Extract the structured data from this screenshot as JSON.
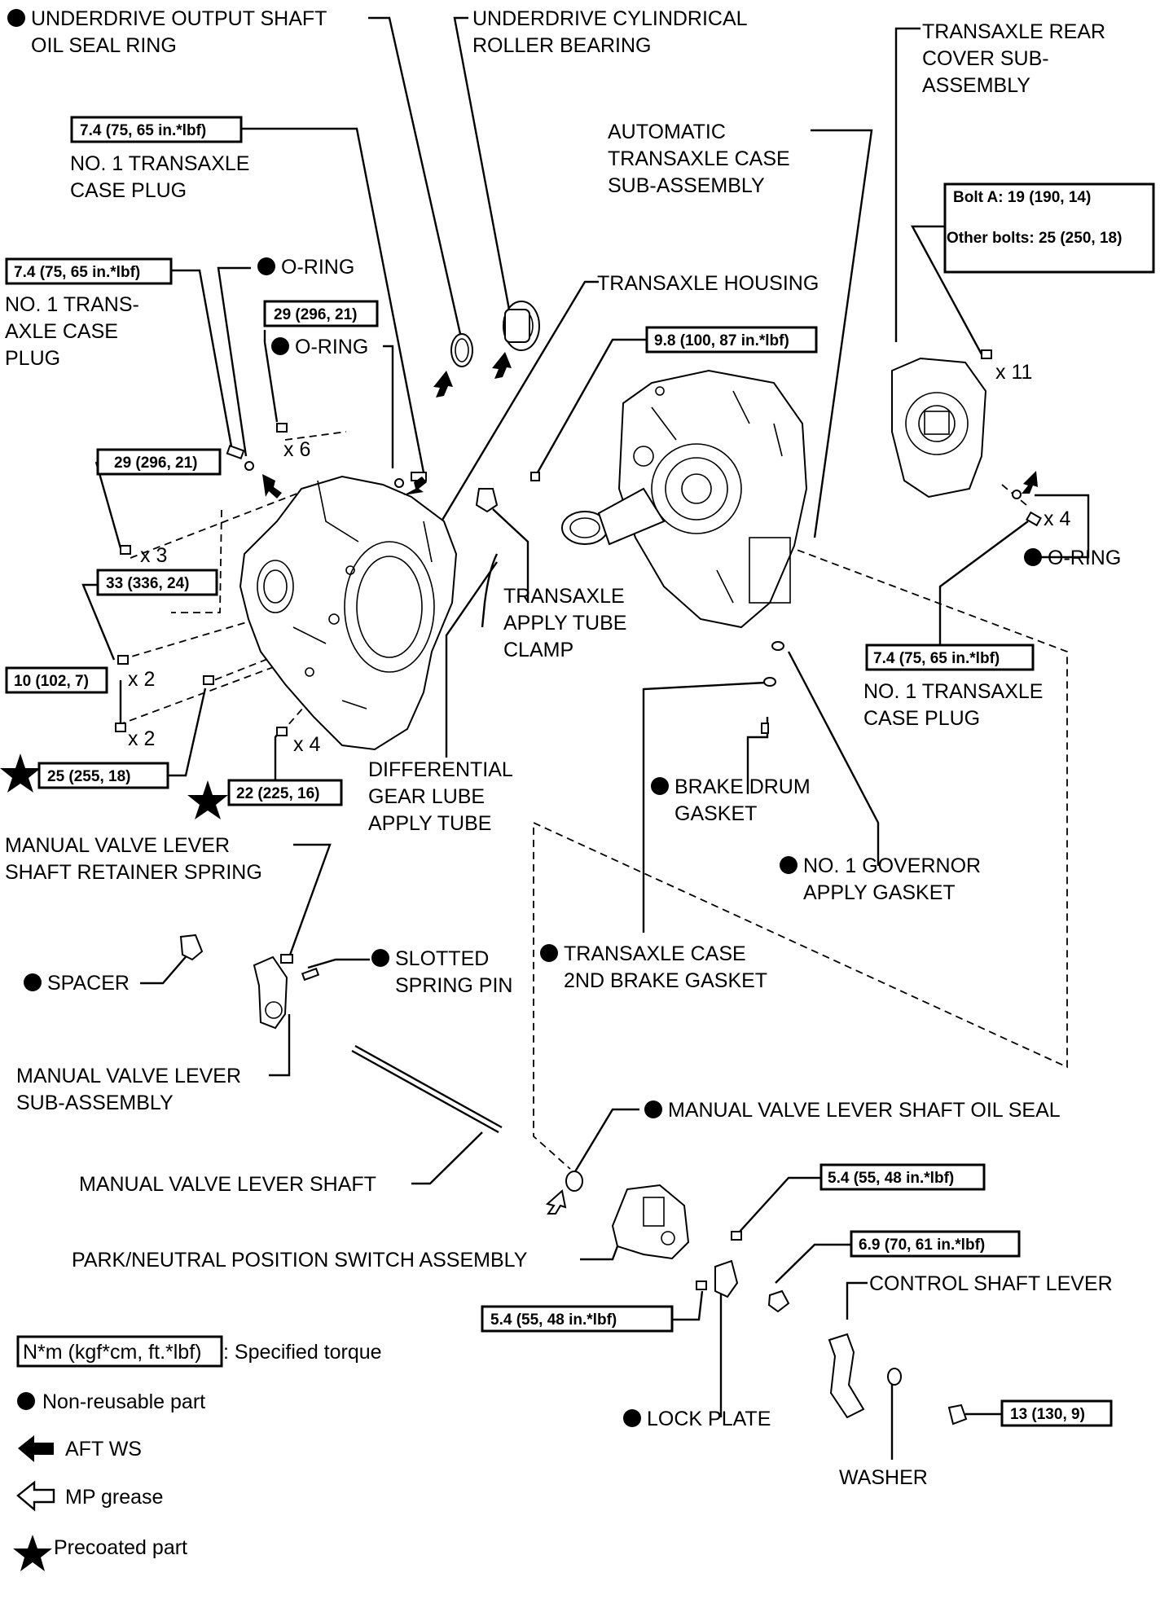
{
  "labels": {
    "ud_oil_seal_1": "UNDERDRIVE OUTPUT SHAFT",
    "ud_oil_seal_2": "OIL SEAL RING",
    "ud_bearing_1": "UNDERDRIVE CYLINDRICAL",
    "ud_bearing_2": "ROLLER BEARING",
    "plug_top_1": "NO. 1 TRANSAXLE",
    "plug_top_2": "CASE PLUG",
    "plug_left_1": "NO. 1 TRANS-",
    "plug_left_2": "AXLE CASE",
    "plug_left_3": "PLUG",
    "oring_a": "O-RING",
    "oring_b": "O-RING",
    "oring_c": "O-RING",
    "auto_case_1": "AUTOMATIC",
    "auto_case_2": "TRANSAXLE CASE",
    "auto_case_3": "SUB-ASSEMBLY",
    "rear_cover_1": "TRANSAXLE REAR",
    "rear_cover_2": "COVER SUB-",
    "rear_cover_3": "ASSEMBLY",
    "housing": "TRANSAXLE HOUSING",
    "clamp_1": "TRANSAXLE",
    "clamp_2": "APPLY TUBE",
    "clamp_3": "CLAMP",
    "plug_right_1": "NO. 1 TRANSAXLE",
    "plug_right_2": "CASE PLUG",
    "diff_tube_1": "DIFFERENTIAL",
    "diff_tube_2": "GEAR LUBE",
    "diff_tube_3": "APPLY TUBE",
    "brake_drum_1": "BRAKE DRUM",
    "brake_drum_2": "GASKET",
    "governor_1": "NO. 1 GOVERNOR",
    "governor_2": "APPLY GASKET",
    "mv_spring_1": "MANUAL VALVE LEVER",
    "mv_spring_2": "SHAFT RETAINER SPRING",
    "spacer": "SPACER",
    "slotted_1": "SLOTTED",
    "slotted_2": "SPRING PIN",
    "brake2_1": "TRANSAXLE CASE",
    "brake2_2": "2ND BRAKE GASKET",
    "mv_lever_1": "MANUAL VALVE LEVER",
    "mv_lever_2": "SUB-ASSEMBLY",
    "mv_oil_seal": "MANUAL VALVE LEVER SHAFT OIL SEAL",
    "mv_shaft": "MANUAL VALVE LEVER SHAFT",
    "pn_switch": "PARK/NEUTRAL POSITION SWITCH ASSEMBLY",
    "control_lever": "CONTROL SHAFT LEVER",
    "lock_plate": "LOCK PLATE",
    "washer": "WASHER"
  },
  "counts": {
    "x6": "x 6",
    "x3": "x 3",
    "x2a": "x 2",
    "x2b": "x 2",
    "x4a": "x 4",
    "x11": "x 11",
    "x4b": "x 4"
  },
  "torque": {
    "t1": "7.4 (75, 65 in.*lbf)",
    "t2": "7.4 (75, 65 in.*lbf)",
    "t3": "29 (296, 21)",
    "t4": "29 (296, 21)",
    "t5": "33 (336, 24)",
    "t6": "10 (102, 7)",
    "t7": "25 (255, 18)",
    "t8": "22 (225, 16)",
    "t9": "9.8 (100, 87 in.*lbf)",
    "t10a": "Bolt A: 19 (190, 14)",
    "t10b": "Other bolts: 25 (250, 18)",
    "t11": "7.4 (75, 65 in.*lbf)",
    "t12": "5.4 (55, 48 in.*lbf)",
    "t13": "6.9 (70, 61 in.*lbf)",
    "t14": "5.4 (55, 48 in.*lbf)",
    "t15": "13 (130, 9)"
  },
  "legend": {
    "torque_box": "N*m (kgf*cm, ft.*lbf)",
    "torque_text": ": Specified torque",
    "non_reusable": "Non-reusable part",
    "aft_ws": "AFT WS",
    "mp_grease": "MP grease",
    "precoated": "Precoated part"
  }
}
